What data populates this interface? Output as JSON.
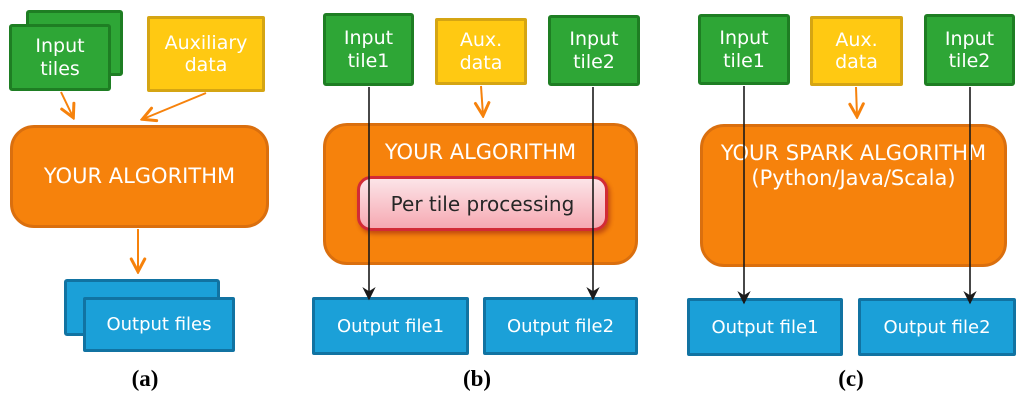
{
  "colors": {
    "green_fill": "#2EA636",
    "green_border": "#1E7E23",
    "yellow_fill": "#FFC912",
    "yellow_border": "#D5A513",
    "orange_fill": "#F6820C",
    "orange_border": "#DA6F0E",
    "blue_fill": "#1BA0D8",
    "blue_border": "#1173A2",
    "pink_fill_top": "#FCE4E8",
    "pink_fill_bottom": "#F6A9B2",
    "pink_border": "#D22B36",
    "arrow_black": "#1a1a1a",
    "arrow_orange": "#F6820C",
    "text_white": "#FFFFFF",
    "text_dark": "#262626"
  },
  "panels": [
    {
      "caption": "(a)",
      "input": {
        "line1": "Input",
        "line2": "tiles"
      },
      "aux": {
        "line1": "Auxiliary",
        "line2": "data"
      },
      "algorithm": "YOUR ALGORITHM",
      "output": "Output files"
    },
    {
      "caption": "(b)",
      "input1": {
        "line1": "Input",
        "line2": "tile1"
      },
      "aux": {
        "line1": "Aux.",
        "line2": "data"
      },
      "input2": {
        "line1": "Input",
        "line2": "tile2"
      },
      "algorithm": "YOUR ALGORITHM",
      "processing": "Per tile processing",
      "output1": "Output file1",
      "output2": "Output file2"
    },
    {
      "caption": "(c)",
      "input1": {
        "line1": "Input",
        "line2": "tile1"
      },
      "aux": {
        "line1": "Aux.",
        "line2": "data"
      },
      "input2": {
        "line1": "Input",
        "line2": "tile2"
      },
      "algorithm_line1": "YOUR SPARK ALGORITHM",
      "algorithm_line2": "(Python/Java/Scala)",
      "output1": "Output file1",
      "output2": "Output file2"
    }
  ]
}
